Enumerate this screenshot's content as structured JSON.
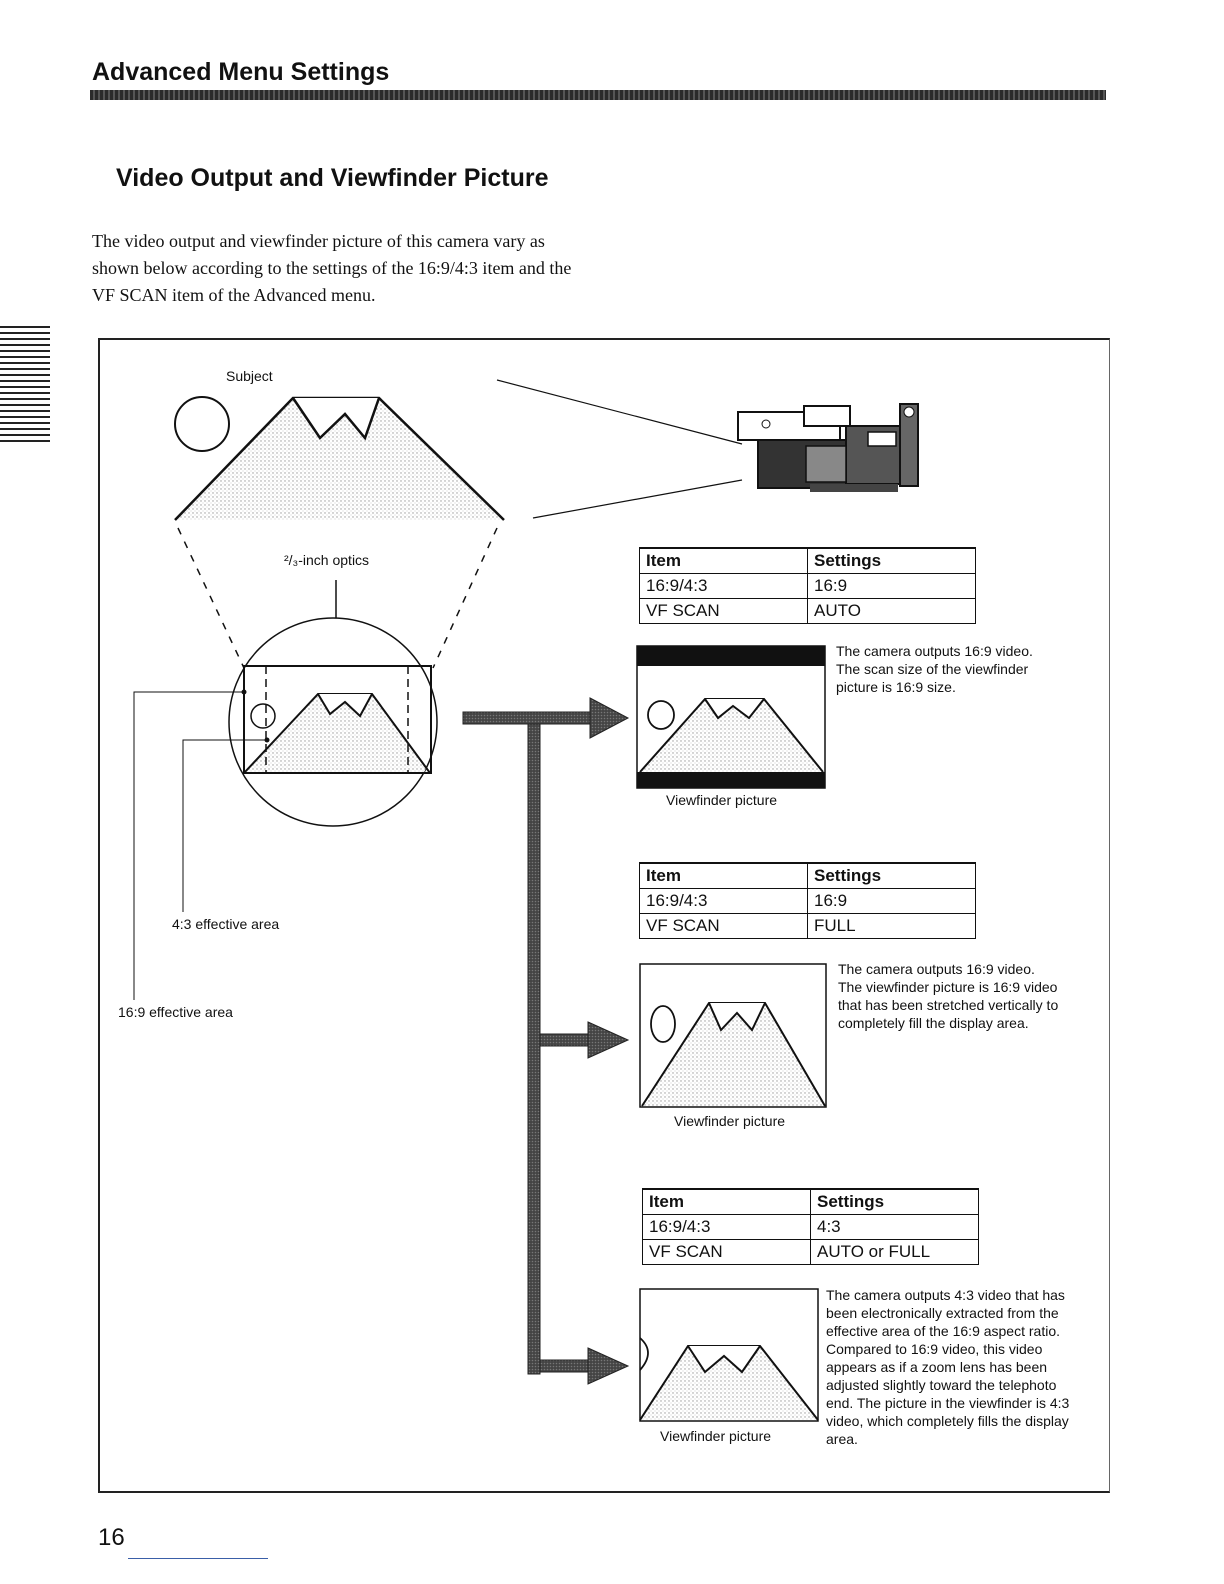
{
  "header": {
    "section_title": "Advanced Menu Settings"
  },
  "page": {
    "title": "Video Output and Viewfinder Picture",
    "intro": "The video output and viewfinder picture of this camera vary as shown below according to the settings of the 16:9/4:3 item and the VF SCAN item of the Advanced menu.",
    "number": "16"
  },
  "diagram": {
    "subject_label": "Subject",
    "optics_label": "²/₃-inch optics",
    "area43_label": "4:3 effective area",
    "area169_label": "16:9 effective area",
    "cases": [
      {
        "table": {
          "col1": "Item",
          "col2": "Settings",
          "rows": [
            {
              "item": "16:9/4:3",
              "setting": "16:9"
            },
            {
              "item": "VF SCAN",
              "setting": "AUTO"
            }
          ]
        },
        "description": "The camera outputs 16:9 video. The scan size of the viewfinder picture is 16:9 size.",
        "caption": "Viewfinder picture"
      },
      {
        "table": {
          "col1": "Item",
          "col2": "Settings",
          "rows": [
            {
              "item": "16:9/4:3",
              "setting": "16:9"
            },
            {
              "item": "VF SCAN",
              "setting": "FULL"
            }
          ]
        },
        "description": "The camera outputs 16:9 video. The viewfinder picture is 16:9 video that has been stretched vertically to completely fill the display area.",
        "caption": "Viewfinder picture"
      },
      {
        "table": {
          "col1": "Item",
          "col2": "Settings",
          "rows": [
            {
              "item": "16:9/4:3",
              "setting": "4:3"
            },
            {
              "item": "VF SCAN",
              "setting": "AUTO or FULL"
            }
          ]
        },
        "description": "The camera outputs 4:3 video that has been electronically extracted from the effective area of the 16:9 aspect ratio. Compared to 16:9 video, this video appears as if a zoom lens has been adjusted slightly toward the telephoto end. The picture in the viewfinder is 4:3 video, which completely fills the display area.",
        "caption": "Viewfinder picture"
      }
    ]
  },
  "icons": [
    "subject-circle-icon",
    "mountain-icon",
    "camcorder-icon",
    "arrow-right-icon"
  ]
}
